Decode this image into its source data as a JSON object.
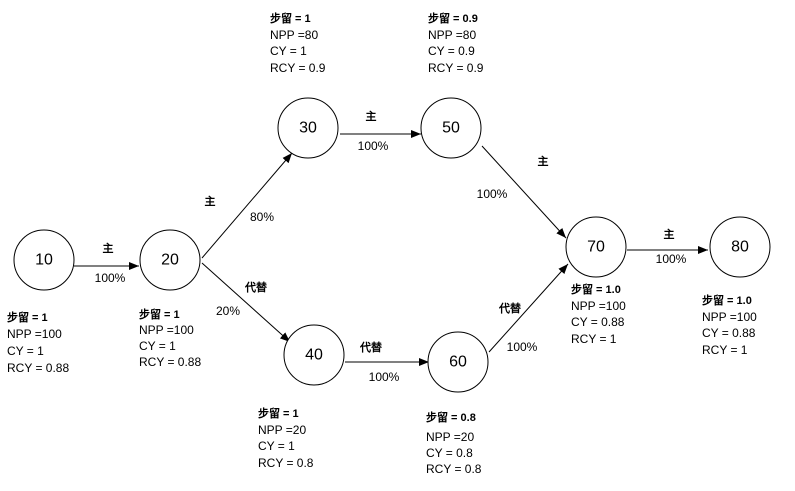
{
  "nodes": [
    {
      "id": "10",
      "label": "10",
      "info": {
        "step": "步留 = 1",
        "npp": "NPP =100",
        "cy": "CY = 1",
        "rcy": "RCY = 0.88"
      }
    },
    {
      "id": "20",
      "label": "20",
      "info": {
        "step": "步留 = 1",
        "npp": "NPP =100",
        "cy": "CY = 1",
        "rcy": "RCY = 0.88"
      }
    },
    {
      "id": "30",
      "label": "30",
      "info": {
        "step": "步留 = 1",
        "npp": "NPP =80",
        "cy": "CY = 1",
        "rcy": "RCY = 0.9"
      }
    },
    {
      "id": "40",
      "label": "40",
      "info": {
        "step": "步留 = 1",
        "npp": "NPP =20",
        "cy": "CY = 1",
        "rcy": "RCY = 0.8"
      }
    },
    {
      "id": "50",
      "label": "50",
      "info": {
        "step": "步留 = 0.9",
        "npp": "NPP =80",
        "cy": "CY = 0.9",
        "rcy": "RCY = 0.9"
      }
    },
    {
      "id": "60",
      "label": "60",
      "info": {
        "step": "步留 = 0.8",
        "npp": "NPP =20",
        "cy": "CY = 0.8",
        "rcy": "RCY = 0.8"
      }
    },
    {
      "id": "70",
      "label": "70",
      "info": {
        "step": "步留 = 1.0",
        "npp": "NPP =100",
        "cy": "CY = 0.88",
        "rcy": "RCY = 1"
      }
    },
    {
      "id": "80",
      "label": "80",
      "info": {
        "step": "步留 = 1.0",
        "npp": "NPP =100",
        "cy": "CY = 0.88",
        "rcy": "RCY = 1"
      }
    }
  ],
  "edges": [
    {
      "from": "10",
      "to": "20",
      "type": "主",
      "pct": "100%"
    },
    {
      "from": "20",
      "to": "30",
      "type": "主",
      "pct": "80%"
    },
    {
      "from": "20",
      "to": "40",
      "type": "代替",
      "pct": "20%"
    },
    {
      "from": "30",
      "to": "50",
      "type": "主",
      "pct": "100%"
    },
    {
      "from": "40",
      "to": "60",
      "type": "代替",
      "pct": "100%"
    },
    {
      "from": "50",
      "to": "70",
      "type": "主",
      "pct": "100%"
    },
    {
      "from": "60",
      "to": "70",
      "type": "代替",
      "pct": "100%"
    },
    {
      "from": "70",
      "to": "80",
      "type": "主",
      "pct": "100%"
    }
  ]
}
